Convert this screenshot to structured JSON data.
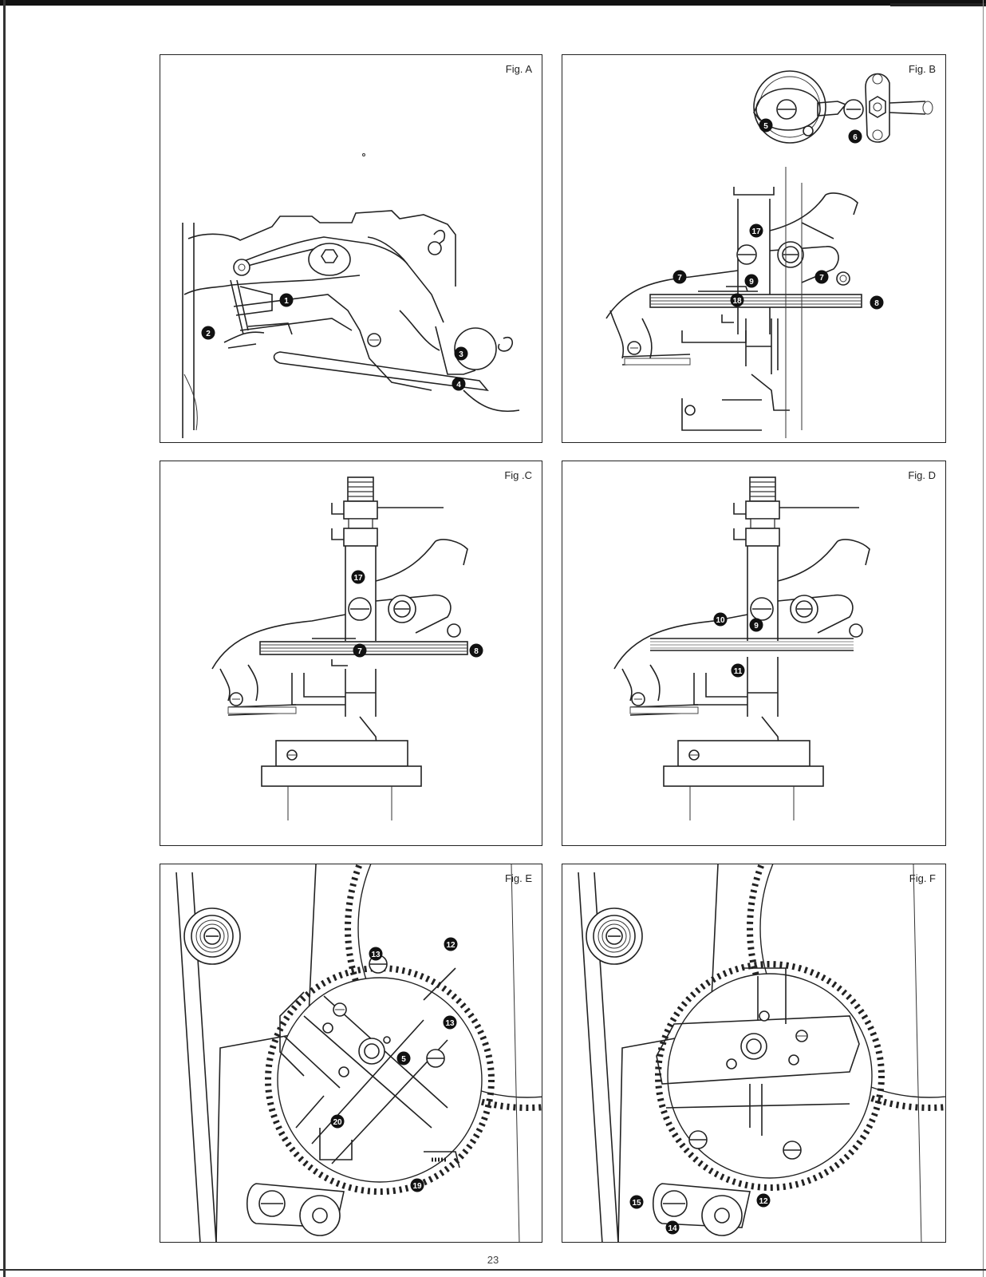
{
  "figures": [
    {
      "id": "A",
      "label": "Fig. A",
      "callouts": [
        "1",
        "2",
        "3",
        "4"
      ]
    },
    {
      "id": "B",
      "label": "Fig. B",
      "callouts": [
        "5",
        "6",
        "17",
        "7",
        "9",
        "7",
        "18",
        "8"
      ]
    },
    {
      "id": "C",
      "label": "Fig .C",
      "callouts": [
        "17",
        "7",
        "8"
      ]
    },
    {
      "id": "D",
      "label": "Fig. D",
      "callouts": [
        "10",
        "9",
        "11"
      ]
    },
    {
      "id": "E",
      "label": "Fig. E",
      "callouts": [
        "12",
        "13",
        "13",
        "5",
        "20",
        "19"
      ]
    },
    {
      "id": "F",
      "label": "Fig. F",
      "callouts": [
        "15",
        "12",
        "14"
      ]
    }
  ],
  "page_number": "23"
}
